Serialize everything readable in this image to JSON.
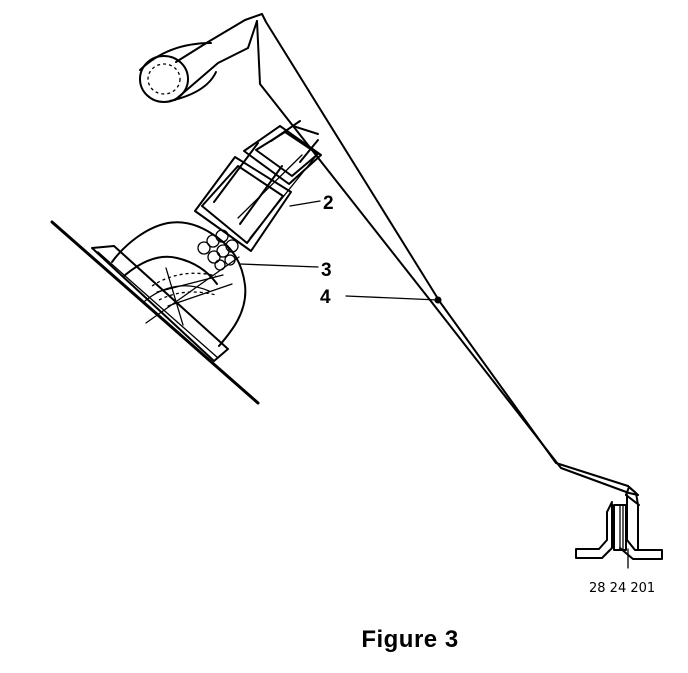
{
  "figure": {
    "caption": "Figure 3",
    "drawing_number": "28 24 201",
    "callouts": [
      {
        "label": "2"
      },
      {
        "label": "3"
      },
      {
        "label": "4"
      }
    ]
  }
}
